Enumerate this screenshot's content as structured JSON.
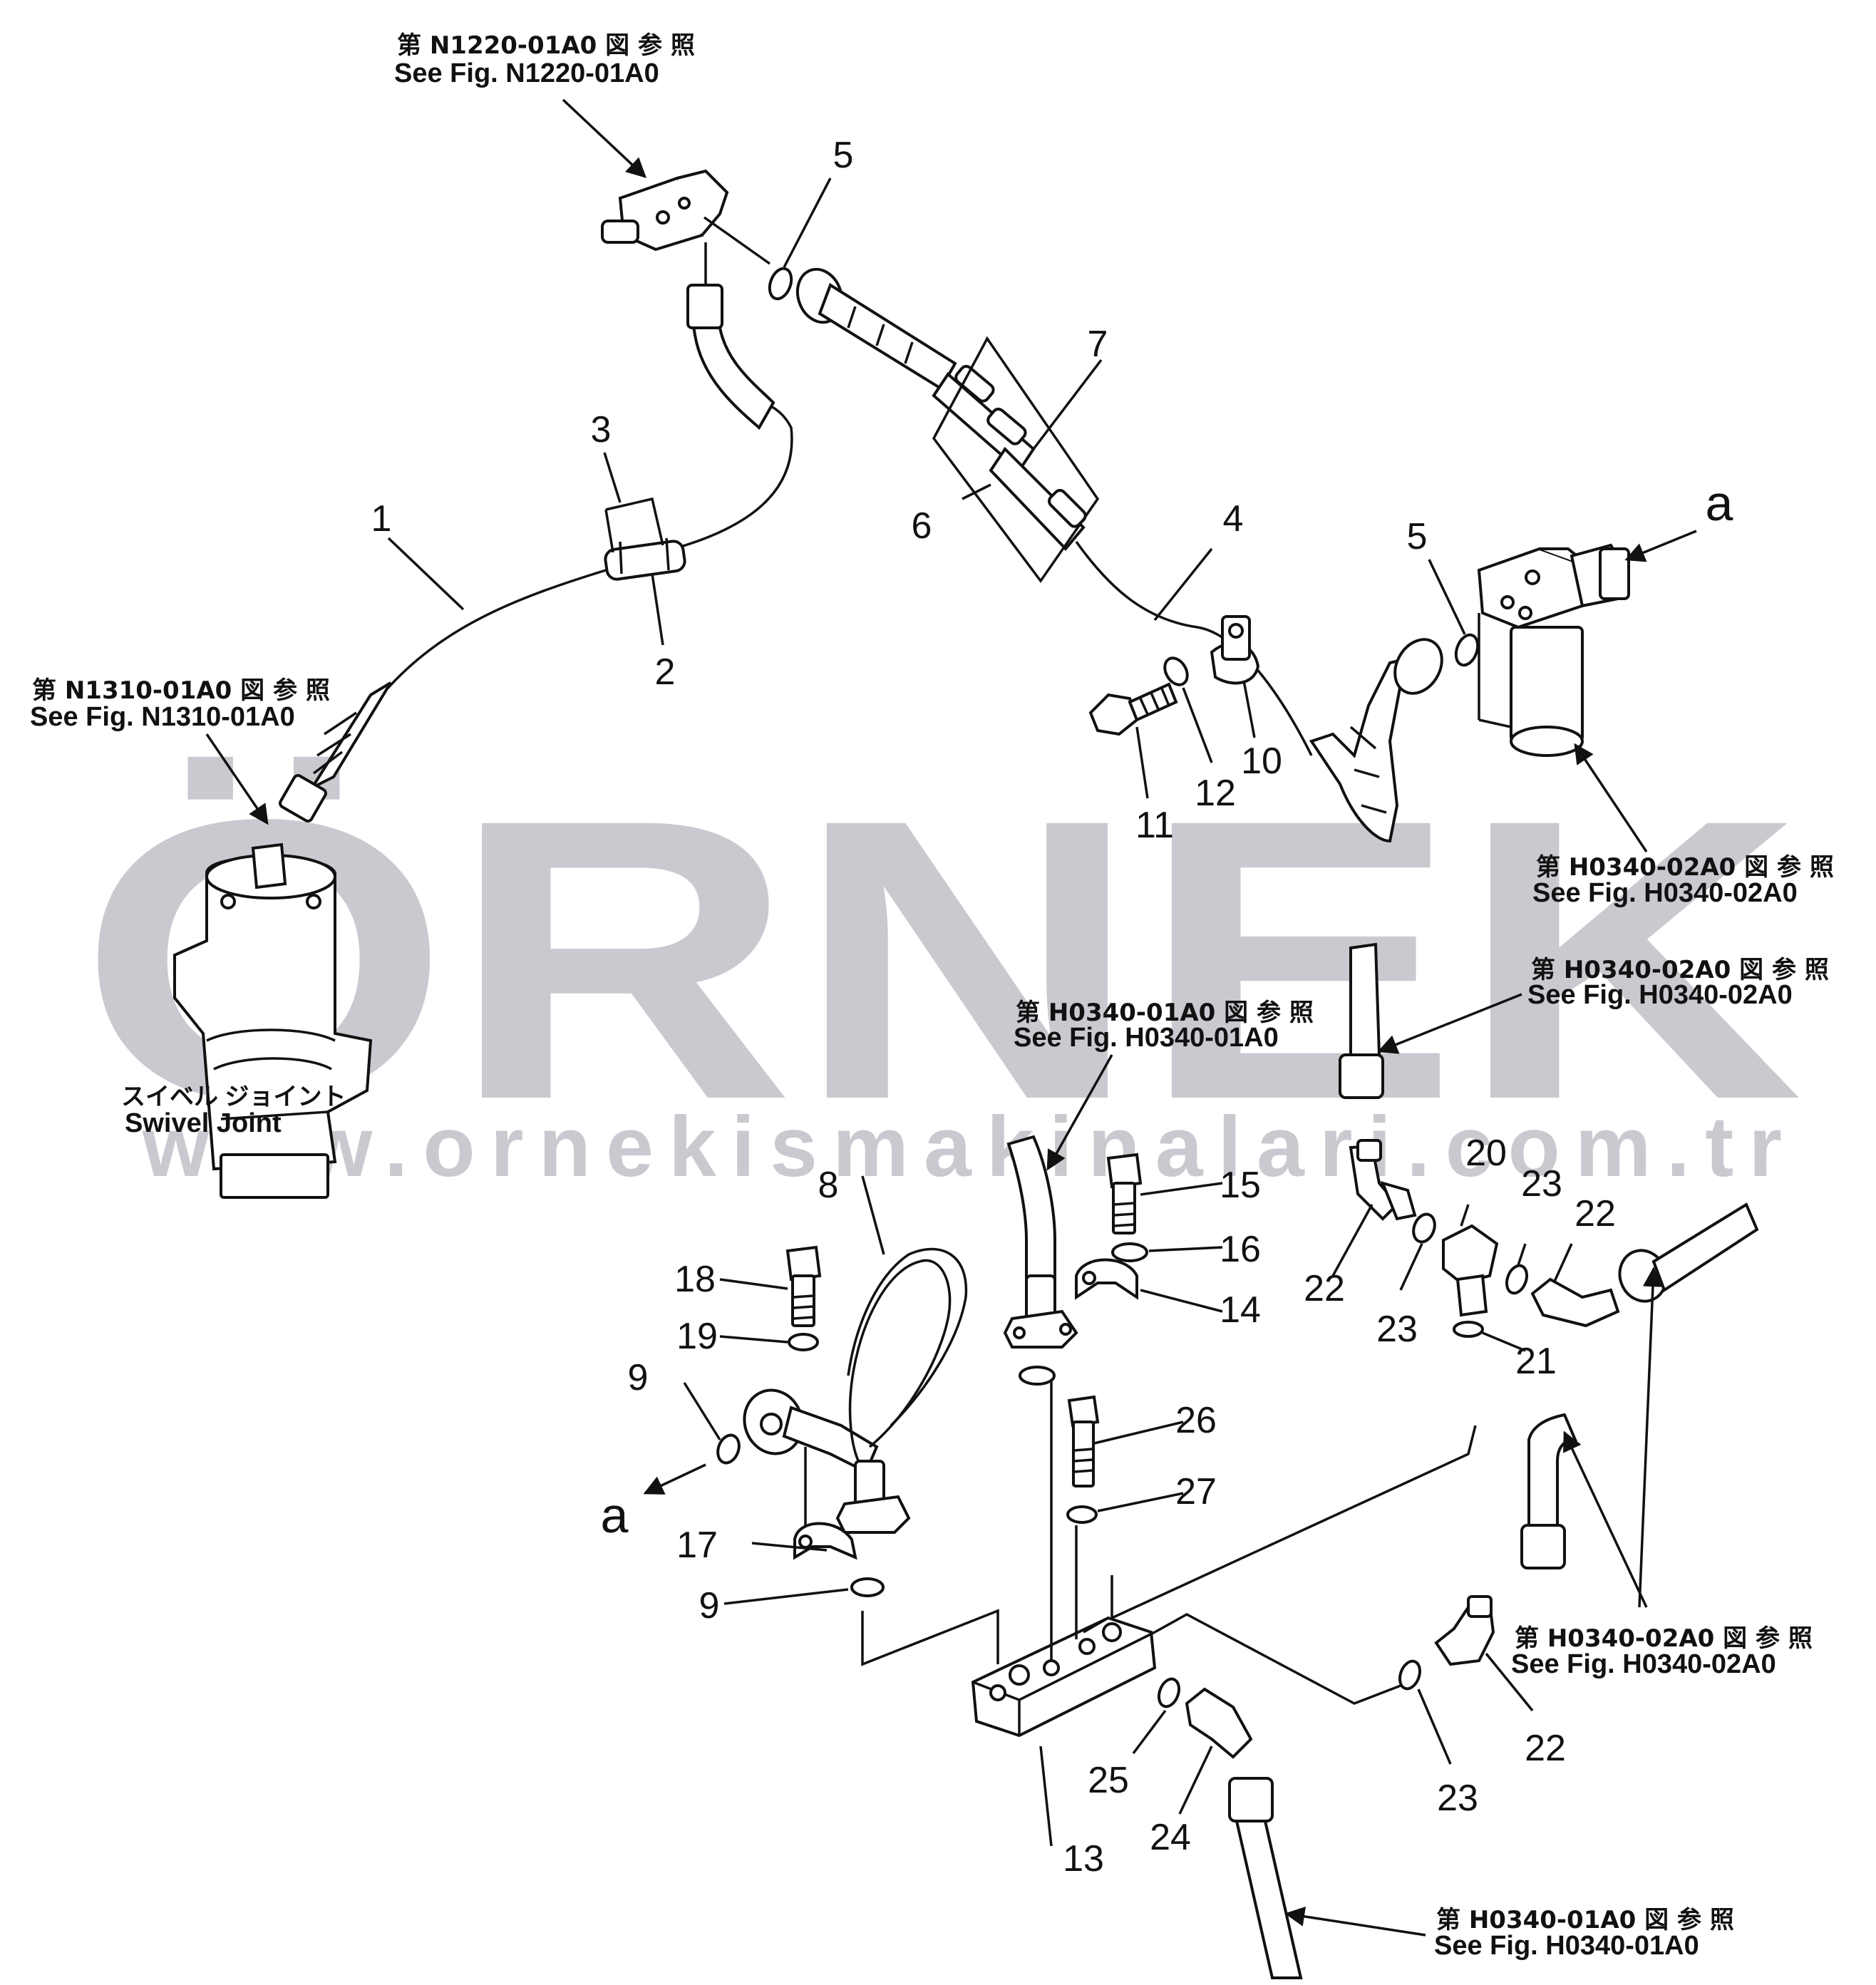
{
  "diagram": {
    "watermark": {
      "logo": "ÖRNEK",
      "url": "www.ornekismakinalari.com.tr",
      "color": "#c9c9d0"
    },
    "part_numbers": {
      "n1": "1",
      "n2": "2",
      "n3": "3",
      "n4": "4",
      "n5a": "5",
      "n5b": "5",
      "n6": "6",
      "n7": "7",
      "n8": "8",
      "n9a": "9",
      "n9b": "9",
      "n10": "10",
      "n11": "11",
      "n12": "12",
      "n13": "13",
      "n14": "14",
      "n15": "15",
      "n16": "16",
      "n17": "17",
      "n18": "18",
      "n19": "19",
      "n20": "20",
      "n21": "21",
      "n22a": "22",
      "n22b": "22",
      "n22c": "22",
      "n23a": "23",
      "n23b": "23",
      "n23c": "23",
      "n24": "24",
      "n25": "25",
      "n26": "26",
      "n27": "27"
    },
    "markers": {
      "a_top": "a",
      "a_left": "a"
    },
    "references": [
      {
        "ja": "第 N1220-01A0 図 参 照",
        "en": "See Fig. N1220-01A0"
      },
      {
        "ja": "第 N1310-01A0 図 参 照",
        "en": "See Fig. N1310-01A0"
      },
      {
        "ja": "第 H0340-02A0 図 参 照",
        "en": "See Fig. H0340-02A0"
      },
      {
        "ja": "第 H0340-02A0 図 参 照",
        "en": "See Fig. H0340-02A0"
      },
      {
        "ja": "第 H0340-01A0 図 参 照",
        "en": "See Fig. H0340-01A0"
      },
      {
        "ja": "第 H0340-02A0 図 参 照",
        "en": "See Fig. H0340-02A0"
      },
      {
        "ja": "第 H0340-01A0 図 参 照",
        "en": "See Fig. H0340-01A0"
      }
    ],
    "swivel_joint": {
      "ja": "スイベル ジョイント",
      "en": "Swivel  Joint"
    }
  }
}
